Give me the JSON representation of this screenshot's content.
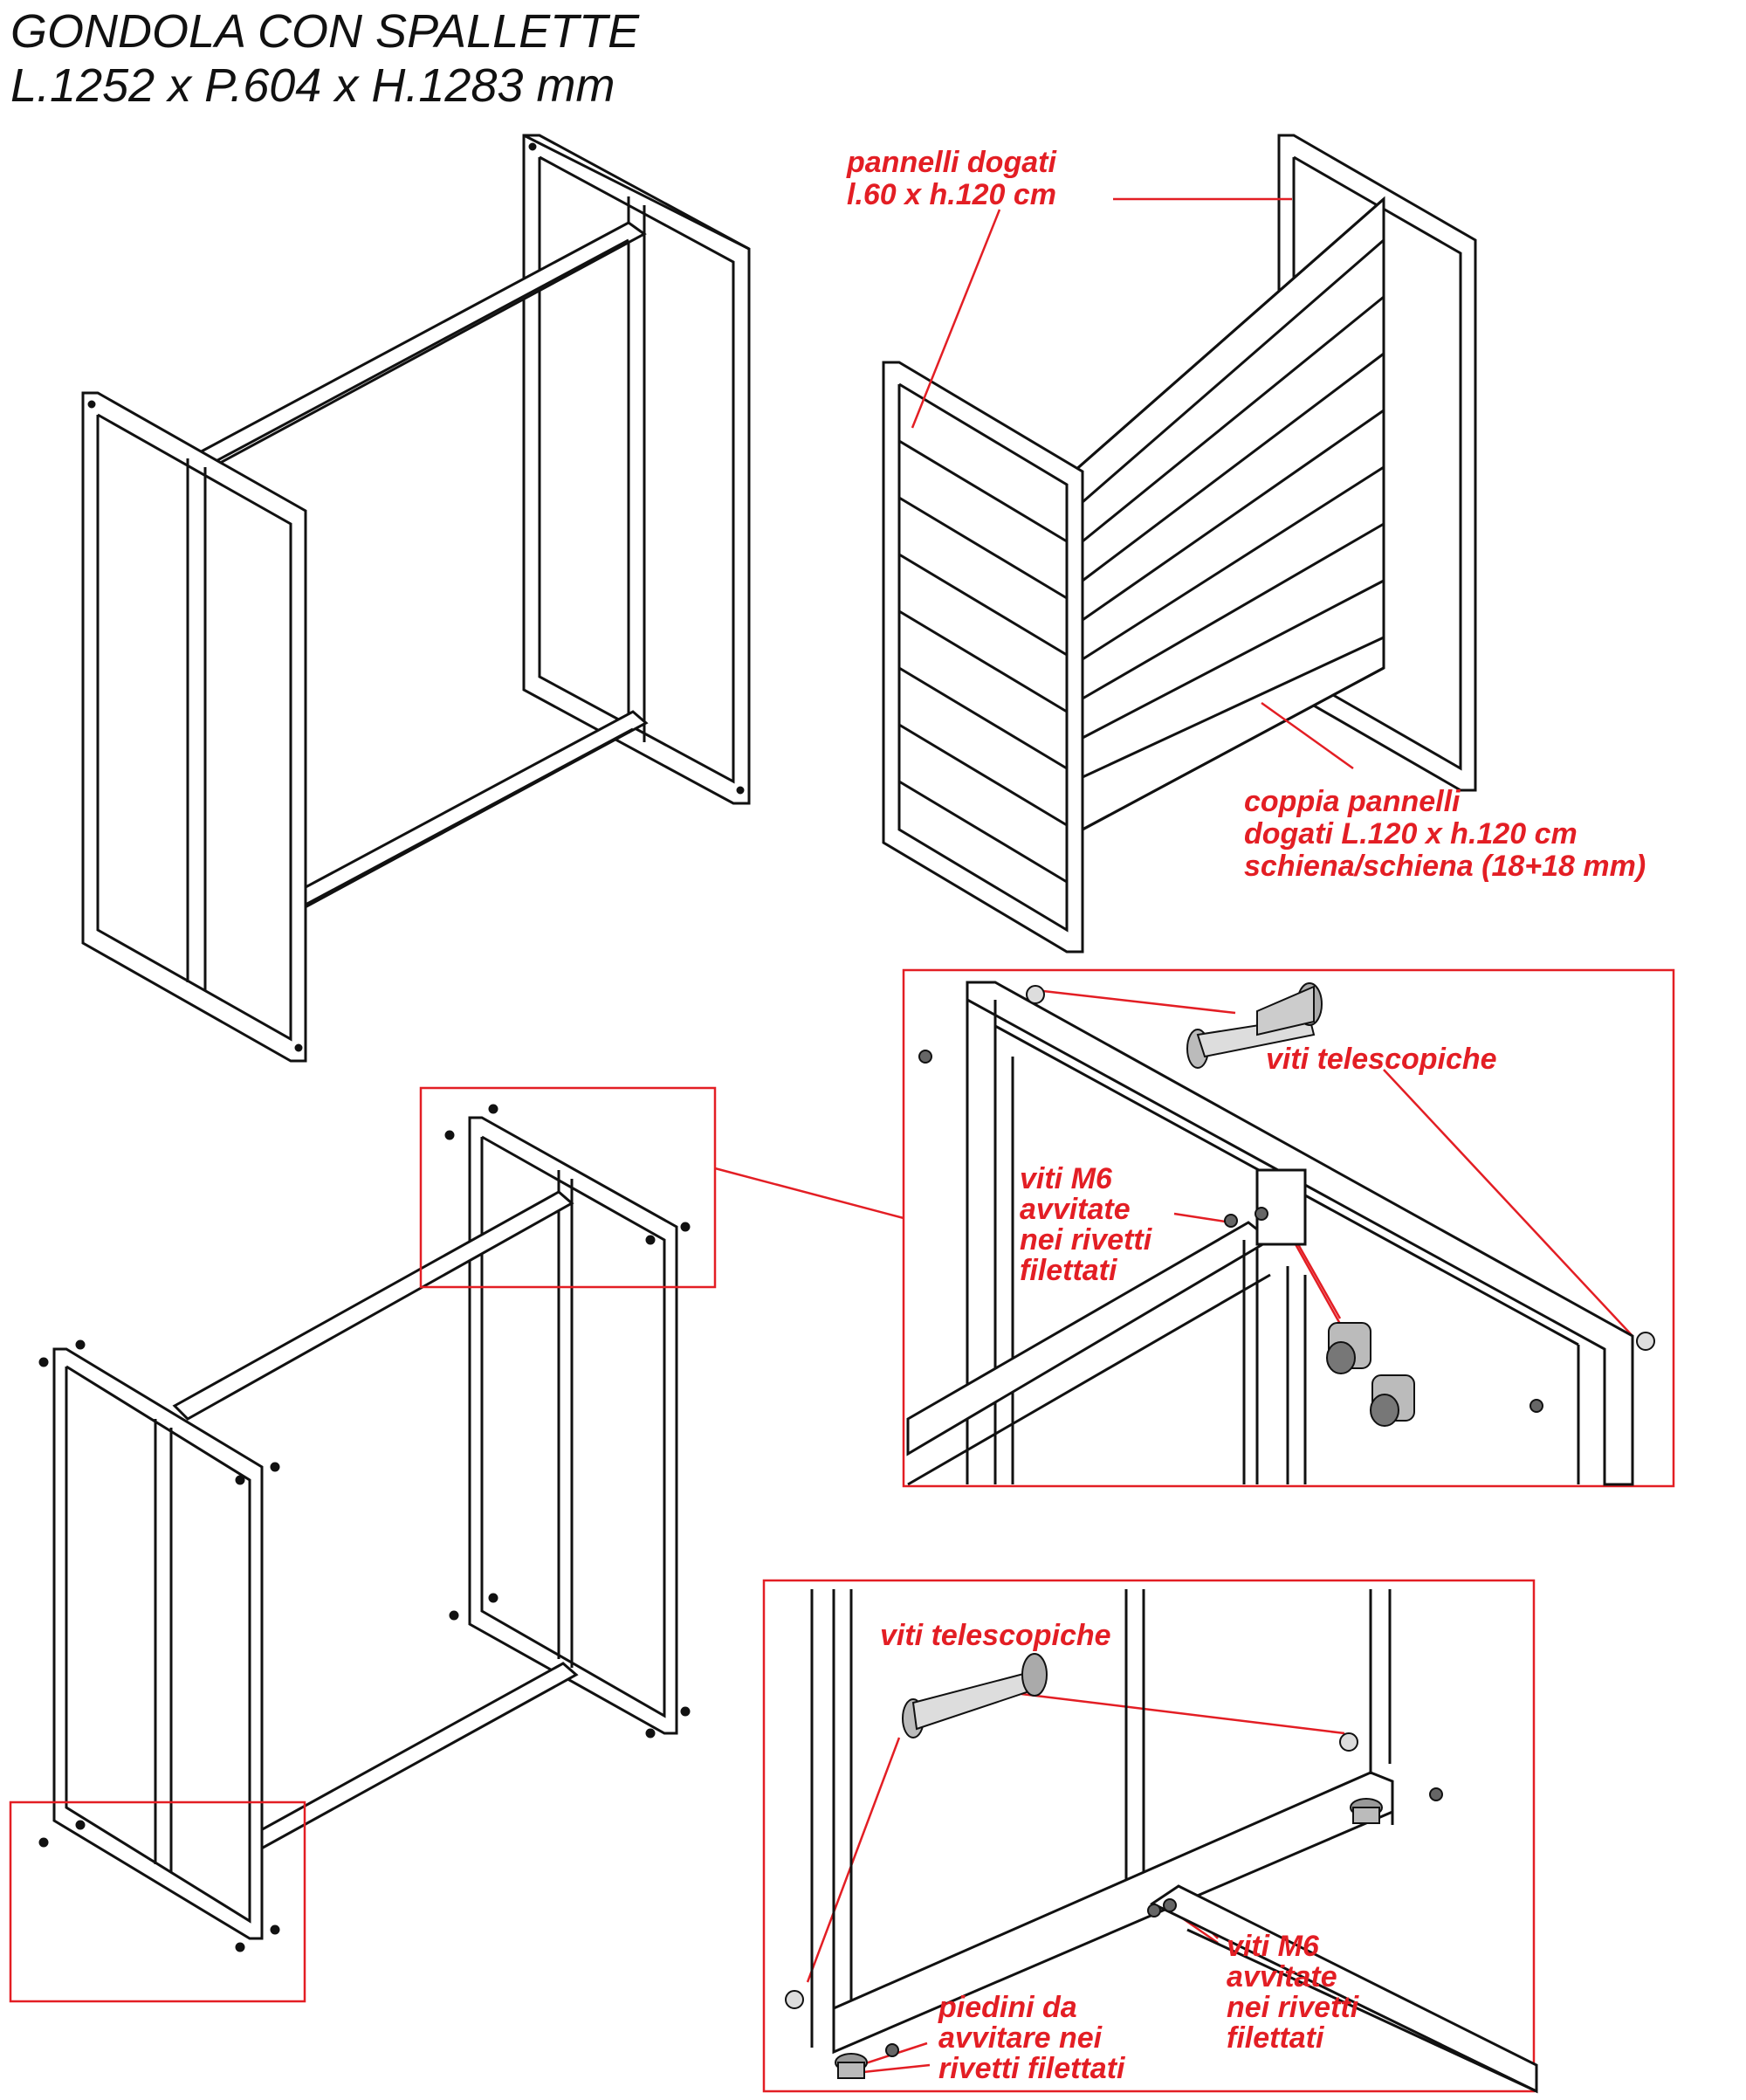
{
  "title": {
    "line1": "GONDOLA CON SPALLETTE",
    "line2": "L.1252 x P.604 x H.1283 mm"
  },
  "labels": {
    "pannelli_dogati": [
      "pannelli dogati",
      "l.60 x h.120 cm"
    ],
    "coppia_pannelli": [
      "coppia pannelli",
      "dogati L.120 x h.120 cm",
      "schiena/schiena (18+18 mm)"
    ],
    "viti_telescopiche_top": "viti telescopiche",
    "viti_m6_top": [
      "viti M6",
      "avvitate",
      "nei rivetti",
      "filettati"
    ],
    "viti_telescopiche_bottom": "viti telescopiche",
    "viti_m6_bottom": [
      "viti M6",
      "avvitate",
      "nei rivetti",
      "filettati"
    ],
    "piedini": [
      "piedini da",
      "avvitare nei",
      "rivetti filettati"
    ]
  },
  "colors": {
    "line": "#111111",
    "accent": "#e31e24",
    "metal": "#9a9a9a"
  }
}
